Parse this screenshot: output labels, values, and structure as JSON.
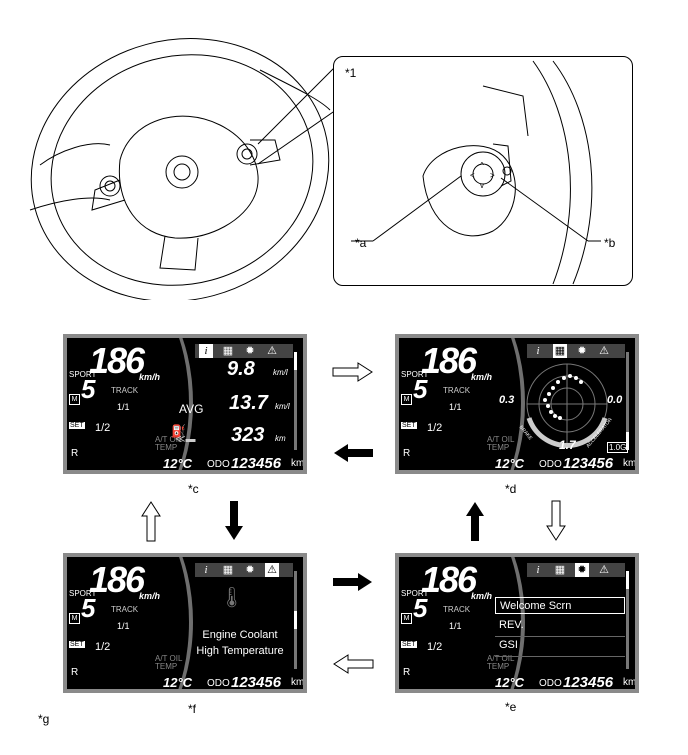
{
  "callouts": {
    "view": "*1",
    "left_switch": "*a",
    "right_switch": "*b",
    "panel_top_left": "*c",
    "panel_top_right": "*d",
    "panel_bottom_right": "*e",
    "panel_bottom_left": "*f",
    "note": "*g"
  },
  "common": {
    "speed": "186",
    "speed_unit": "km/h",
    "mode": "SPORT",
    "gear": "5",
    "track": "TRACK",
    "m_label": "M",
    "frac_1": "1/1",
    "frac_2": "1/2",
    "set_label": "SET",
    "r_label": "R",
    "at_oil_temp": "A/T OIL\nTEMP",
    "temp": "12°C",
    "odo_label": "ODO",
    "odo_value": "123456",
    "odo_unit": "km"
  },
  "panel_c": {
    "fuel_now": "9.8",
    "fuel_now_unit": "km/l",
    "avg_label": "AVG",
    "avg_value": "13.7",
    "avg_unit": "km/l",
    "range_value": "323",
    "range_unit": "km"
  },
  "panel_d": {
    "left_value": "0.3",
    "right_value": "0.0",
    "bottom_value": "1.7",
    "brake": "BRAKE",
    "accelerator": "ACCELERATOR",
    "g_label": "1.0G"
  },
  "panel_e": {
    "menu": [
      "Welcome Scrn",
      "REV.",
      "GSI"
    ]
  },
  "panel_f": {
    "warning_line1": "Engine Coolant",
    "warning_line2": "High Temperature"
  }
}
